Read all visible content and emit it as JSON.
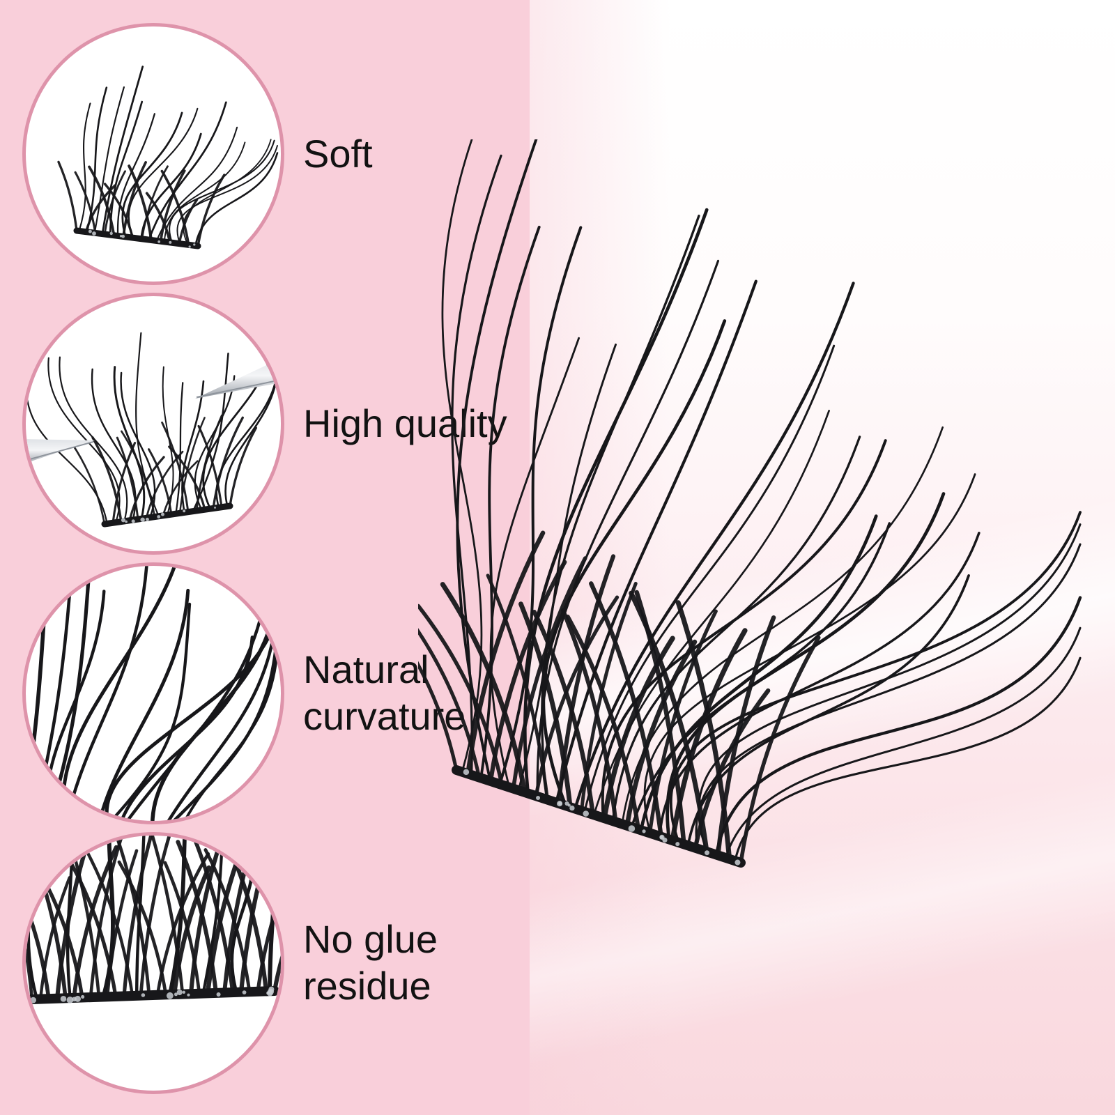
{
  "features": [
    {
      "label": "Soft",
      "image": "lash-cluster-photo"
    },
    {
      "label": "High quality",
      "image": "lash-cluster-held-by-tweezers-photo"
    },
    {
      "label": "Natural curvature",
      "image": "lash-strands-closeup-photo"
    },
    {
      "label": "No glue residue",
      "image": "lash-band-closeup-photo"
    }
  ],
  "hero": {
    "image": "large-lash-cluster-photo"
  },
  "colors": {
    "left_panel_pink": "#F9CFDA",
    "circle_ring_pink": "#DE93AA",
    "circle_fill": "#FFFFFF",
    "hero_top": "#FFFFFF",
    "hero_bottom": "#F9D8DE",
    "lash_black": "#17171A",
    "sparkle_gray": "#C9CED4",
    "text_color": "#121212"
  }
}
